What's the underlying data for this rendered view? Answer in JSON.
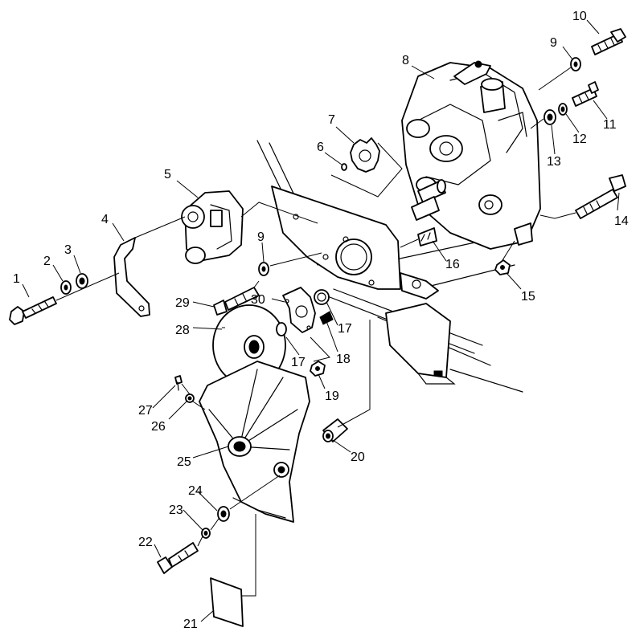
{
  "callouts": [
    {
      "n": "1"
    },
    {
      "n": "2"
    },
    {
      "n": "3"
    },
    {
      "n": "4"
    },
    {
      "n": "5"
    },
    {
      "n": "6"
    },
    {
      "n": "7"
    },
    {
      "n": "8"
    },
    {
      "n": "9"
    },
    {
      "n": "9"
    },
    {
      "n": "10"
    },
    {
      "n": "11"
    },
    {
      "n": "12"
    },
    {
      "n": "13"
    },
    {
      "n": "14"
    },
    {
      "n": "15"
    },
    {
      "n": "16"
    },
    {
      "n": "17"
    },
    {
      "n": "17"
    },
    {
      "n": "18"
    },
    {
      "n": "19"
    },
    {
      "n": "20"
    },
    {
      "n": "21"
    },
    {
      "n": "22"
    },
    {
      "n": "23"
    },
    {
      "n": "24"
    },
    {
      "n": "25"
    },
    {
      "n": "26"
    },
    {
      "n": "27"
    },
    {
      "n": "28"
    },
    {
      "n": "29"
    },
    {
      "n": "30"
    }
  ],
  "colors": {
    "ink": "#000000",
    "paper": "#ffffff"
  }
}
